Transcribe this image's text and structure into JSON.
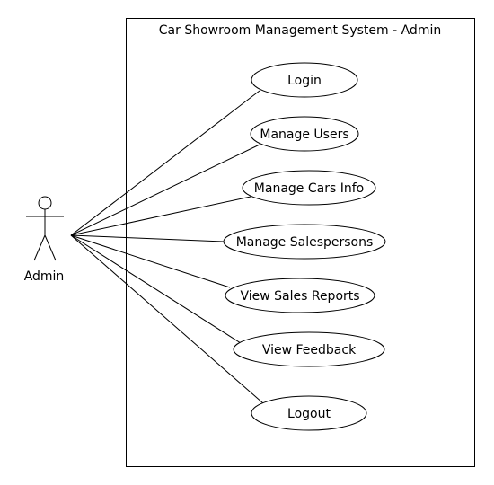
{
  "system": {
    "title": "Car Showroom Management System - Admin"
  },
  "actor": {
    "name": "Admin"
  },
  "use_cases": [
    {
      "label": "Login"
    },
    {
      "label": "Manage Users"
    },
    {
      "label": "Manage Cars Info"
    },
    {
      "label": "Manage Salespersons"
    },
    {
      "label": "View Sales Reports"
    },
    {
      "label": "View Feedback"
    },
    {
      "label": "Logout"
    }
  ],
  "colors": {
    "stroke": "#000000",
    "background": "#ffffff"
  }
}
